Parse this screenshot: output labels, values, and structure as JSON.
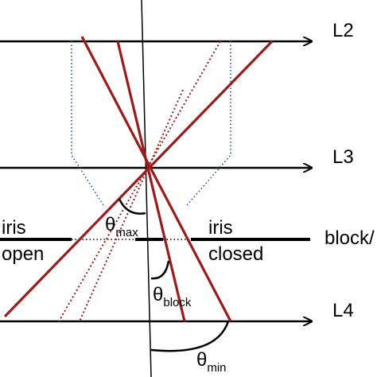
{
  "labels": {
    "l2": "L2",
    "l3": "L3",
    "l4": "L4",
    "block": "block/",
    "iris_open_1": "iris",
    "iris_open_2": "open",
    "iris_closed_1": "iris",
    "iris_closed_2": "closed"
  },
  "angles": {
    "max": {
      "symbol": "θ",
      "sub": "max"
    },
    "block": {
      "symbol": "θ",
      "sub": "block"
    },
    "min": {
      "symbol": "θ",
      "sub": "min"
    }
  },
  "colors": {
    "ray": "#a01919",
    "dotted_blue": "#1f4fa0",
    "line": "#000000"
  }
}
